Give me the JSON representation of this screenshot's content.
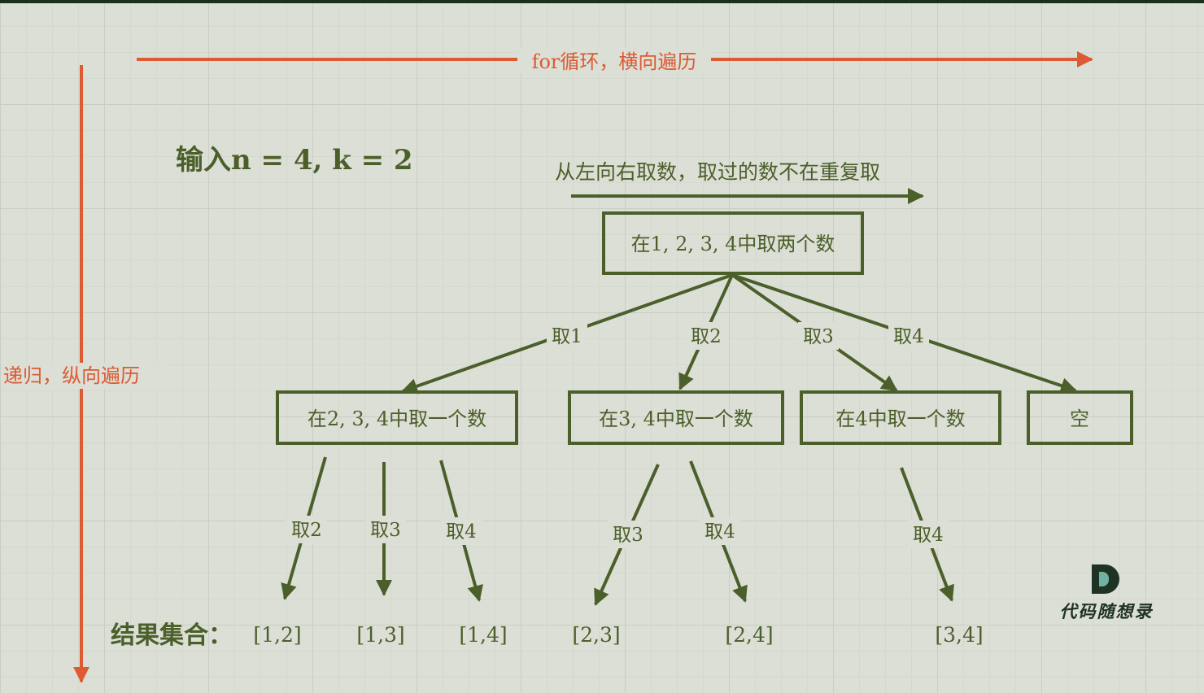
{
  "axes": {
    "horizontal_label": "for循环，横向遍历",
    "vertical_label": "递归，纵向遍历"
  },
  "input_label": "输入n = 4, k = 2",
  "direction_note": "从左向右取数，取过的数不在重复取",
  "root": {
    "label": "在1, 2, 3, 4中取两个数"
  },
  "level1": [
    {
      "edge_label": "取1",
      "label": "在2, 3, 4中取一个数"
    },
    {
      "edge_label": "取2",
      "label": "在3, 4中取一个数"
    },
    {
      "edge_label": "取3",
      "label": "在4中取一个数"
    },
    {
      "edge_label": "取4",
      "label": "空"
    }
  ],
  "level2": [
    {
      "edge_label": "取2",
      "result": "[1,2]"
    },
    {
      "edge_label": "取3",
      "result": "[1,3]"
    },
    {
      "edge_label": "取4",
      "result": "[1,4]"
    },
    {
      "edge_label": "取3",
      "result": "[2,3]"
    },
    {
      "edge_label": "取4",
      "result": "[2,4]"
    },
    {
      "edge_label": "取4",
      "result": "[3,4]"
    }
  ],
  "result_label": "结果集合：",
  "logo_text": "代码随想录",
  "colors": {
    "accent_red": "#dd5a32",
    "diagram_green": "#4b5f2a",
    "background": "#dcdfd6"
  }
}
